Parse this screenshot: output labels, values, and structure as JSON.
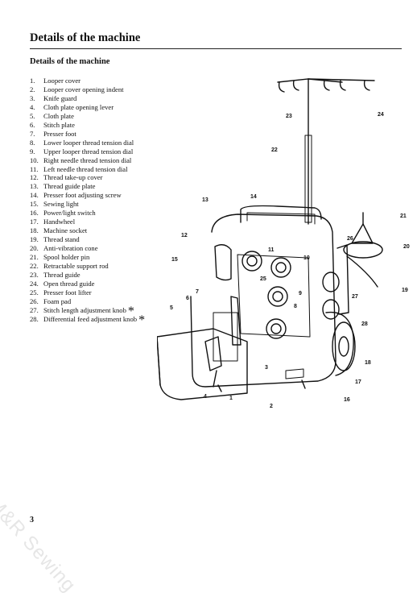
{
  "document": {
    "title": "Details of the machine",
    "section_heading": "Details of the machine",
    "page_number": "3",
    "watermark": "M&R Sewing"
  },
  "parts": [
    {
      "num": "1.",
      "label": "Looper cover"
    },
    {
      "num": "2.",
      "label": "Looper cover opening indent"
    },
    {
      "num": "3.",
      "label": "Knife guard"
    },
    {
      "num": "4.",
      "label": "Cloth plate opening lever"
    },
    {
      "num": "5.",
      "label": "Cloth plate"
    },
    {
      "num": "6.",
      "label": "Stitch plate"
    },
    {
      "num": "7.",
      "label": "Presser foot"
    },
    {
      "num": "8.",
      "label": "Lower looper thread tension dial"
    },
    {
      "num": "9.",
      "label": "Upper looper thread tension dial"
    },
    {
      "num": "10.",
      "label": "Right needle thread tension dial"
    },
    {
      "num": "11.",
      "label": "Left needle thread tension dial"
    },
    {
      "num": "12.",
      "label": "Thread take-up cover"
    },
    {
      "num": "13.",
      "label": "Thread guide plate"
    },
    {
      "num": "14.",
      "label": "Presser foot adjusting screw"
    },
    {
      "num": "15.",
      "label": "Sewing light"
    },
    {
      "num": "16.",
      "label": "Power/light switch"
    },
    {
      "num": "17.",
      "label": "Handwheel"
    },
    {
      "num": "18.",
      "label": "Machine socket"
    },
    {
      "num": "19.",
      "label": "Thread stand"
    },
    {
      "num": "20.",
      "label": "Anti-vibration cone"
    },
    {
      "num": "21.",
      "label": "Spool holder pin"
    },
    {
      "num": "22.",
      "label": "Retractable support rod"
    },
    {
      "num": "23.",
      "label": "Thread guide"
    },
    {
      "num": "24.",
      "label": "Open thread guide"
    },
    {
      "num": "25.",
      "label": "Presser foot lifter"
    },
    {
      "num": "26.",
      "label": "Foam pad"
    },
    {
      "num": "27.",
      "label": "Stitch length adjustment knob",
      "mark": "*"
    },
    {
      "num": "28.",
      "label": "Differential feed adjustment knob",
      "mark": "*"
    }
  ],
  "callouts": [
    "1",
    "2",
    "3",
    "4",
    "5",
    "6",
    "7",
    "8",
    "9",
    "10",
    "11",
    "12",
    "13",
    "14",
    "15",
    "16",
    "17",
    "18",
    "19",
    "20",
    "21",
    "22",
    "23",
    "24",
    "25",
    "26",
    "27",
    "28"
  ]
}
